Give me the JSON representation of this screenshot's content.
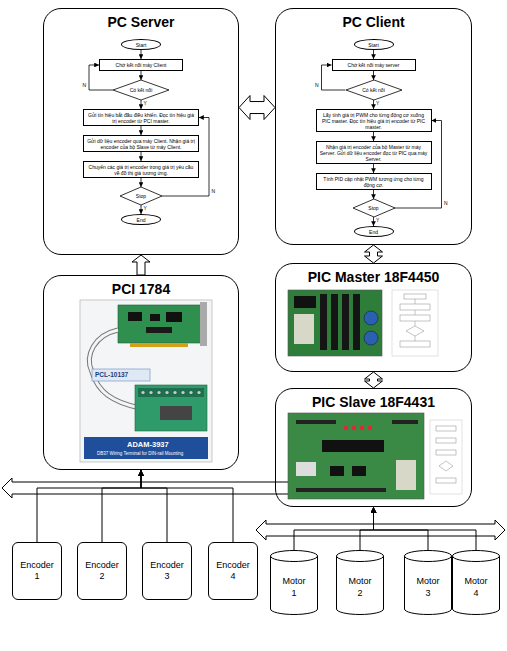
{
  "diagram": {
    "nodes": [
      {
        "text": [
          "PC Server"
        ]
      },
      {
        "text": [
          "Start"
        ],
        "in": 0
      },
      {
        "text": [
          "Chờ kết nối máy Client"
        ],
        "in": 0
      },
      {
        "text": [
          "Có kết nối"
        ],
        "in": 0
      },
      {
        "text": [
          "Gửi tín hiệu bắt đầu điều khiển. Đọc tín hiệu giá trị encoder từ PCI master."
        ],
        "in": 0
      },
      {
        "text": [
          "Gửi dữ liệu encoder qua máy Client. Nhận giá trị encoder của bộ Slave từ máy Client."
        ],
        "in": 0
      },
      {
        "text": [
          "Chuyển các giá trị encoder trong giá trị yêu cầu về đồ thị giá tương ứng."
        ],
        "in": 0
      },
      {
        "text": [
          "Stop"
        ],
        "in": 0
      },
      {
        "text": [
          "End"
        ],
        "in": 0
      },
      {
        "text": [
          "PC Client"
        ]
      },
      {
        "text": [
          "Start"
        ],
        "in": 9
      },
      {
        "text": [
          "Chờ kết nối máy server"
        ],
        "in": 9
      },
      {
        "text": [
          "Có kết nối"
        ],
        "in": 9
      },
      {
        "text": [
          "Lấy tính giá trị PWM cho từng động cơ xuống PIC master. Đọc tín hiệu giá trị encoder từ PIC master."
        ],
        "in": 9
      },
      {
        "text": [
          "Nhận giá trị encoder của bộ Master từ máy Server. Gửi dữ liệu encoder đọc từ PIC qua máy Server."
        ],
        "in": 9
      },
      {
        "text": [
          "Tính PID cập nhật PWM tương ứng cho từng động cơ."
        ],
        "in": 9
      },
      {
        "text": [
          "Stop"
        ],
        "in": 9
      },
      {
        "text": [
          "End"
        ],
        "in": 9
      },
      {
        "text": [
          "PCI 1784"
        ]
      },
      {
        "text": [
          "PIC Master 18F4450"
        ]
      },
      {
        "text": [
          "PIC Slave 18F4431"
        ]
      },
      {
        "text": [
          "Encoder 1"
        ]
      },
      {
        "text": [
          "Encoder 2"
        ]
      },
      {
        "text": [
          "Encoder 3"
        ]
      },
      {
        "text": [
          "Encoder 4"
        ]
      },
      {
        "text": [
          "Motor 1"
        ]
      },
      {
        "text": [
          "Motor 2"
        ]
      },
      {
        "text": [
          "Motor 3"
        ]
      },
      {
        "text": [
          "Motor 4"
        ]
      }
    ],
    "edges": [
      {
        "from": 1,
        "to": 2,
        "arrow": "to"
      },
      {
        "from": 2,
        "to": 3,
        "arrow": "to"
      },
      {
        "from": 3,
        "to": 4,
        "label": "Y",
        "arrow": "to"
      },
      {
        "from": 3,
        "to": 2,
        "label": "N",
        "arrow": "to"
      },
      {
        "from": 4,
        "to": 5,
        "arrow": "to"
      },
      {
        "from": 5,
        "to": 6,
        "arrow": "to"
      },
      {
        "from": 6,
        "to": 7,
        "arrow": "to"
      },
      {
        "from": 7,
        "to": 8,
        "label": "Y",
        "arrow": "to"
      },
      {
        "from": 7,
        "to": 4,
        "label": "N",
        "arrow": "to"
      },
      {
        "from": 10,
        "to": 11,
        "arrow": "to"
      },
      {
        "from": 11,
        "to": 12,
        "arrow": "to"
      },
      {
        "from": 12,
        "to": 13,
        "label": "Y",
        "arrow": "to"
      },
      {
        "from": 12,
        "to": 11,
        "label": "N",
        "arrow": "to"
      },
      {
        "from": 13,
        "to": 14,
        "arrow": "to"
      },
      {
        "from": 14,
        "to": 15,
        "arrow": "to"
      },
      {
        "from": 15,
        "to": 16,
        "arrow": "to"
      },
      {
        "from": 16,
        "to": 17,
        "label": "Y",
        "arrow": "to"
      },
      {
        "from": 16,
        "to": 13,
        "label": "N",
        "arrow": "to"
      },
      {
        "from": 0,
        "to": 9,
        "arrow": "both"
      },
      {
        "from": 18,
        "to": 0,
        "arrow": "to"
      },
      {
        "from": 9,
        "to": 19,
        "arrow": "both"
      },
      {
        "from": 19,
        "to": 20,
        "arrow": "both"
      },
      {
        "from": 21,
        "to": 18,
        "arrow": "to"
      },
      {
        "from": 22,
        "to": 18,
        "arrow": "to"
      },
      {
        "from": 23,
        "to": 18,
        "arrow": "to"
      },
      {
        "from": 24,
        "to": 18,
        "arrow": "to"
      },
      {
        "from": 25,
        "to": 20,
        "arrow": "to"
      },
      {
        "from": 26,
        "to": 20,
        "arrow": "to"
      },
      {
        "from": 27,
        "to": 20,
        "arrow": "to"
      },
      {
        "from": 28,
        "to": 20,
        "arrow": "to"
      }
    ],
    "labels": [
      "PCL-10137",
      "ADAM-3937",
      "DB37 Wiring Terminal for DIN-rail Mounting"
    ]
  }
}
